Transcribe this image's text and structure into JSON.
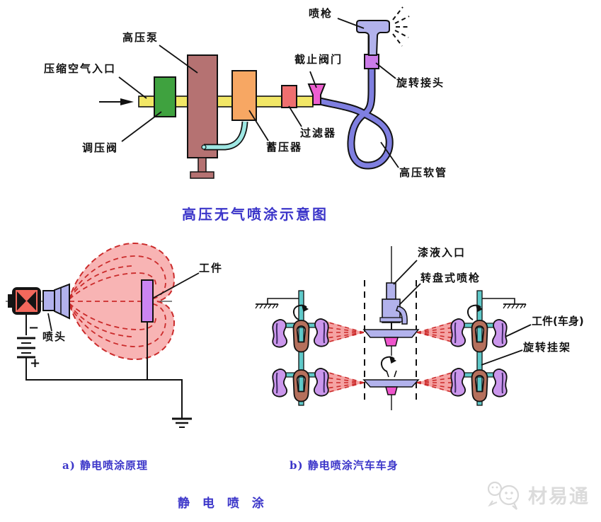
{
  "diagram_airless": {
    "title": "高压无气喷涂示意图",
    "labels": {
      "compressed_air_inlet": "压缩空气入口",
      "pressure_regulating_valve": "调压阀",
      "high_pressure_pump": "高压泵",
      "accumulator": "蓄压器",
      "filter": "过滤器",
      "stop_valve": "截止阀门",
      "spray_gun": "喷枪",
      "rotary_joint": "旋转接头",
      "high_pressure_hose": "高压软管"
    }
  },
  "diagram_principle": {
    "caption": "a) 静电喷涂原理",
    "labels": {
      "workpiece": "工件",
      "nozzle": "喷头",
      "battery_minus": "−",
      "battery_plus": "+"
    }
  },
  "diagram_car_body": {
    "caption": "b) 静电喷涂汽车车身",
    "labels": {
      "paint_inlet": "漆液入口",
      "rotary_disc_gun": "转盘式喷枪",
      "workpiece_car_body": "工件(车身)",
      "rotary_hanger": "旋转挂架"
    }
  },
  "footer_title": "静 电 喷 涂",
  "watermark": {
    "text": "材易通"
  },
  "colors": {
    "pipe_yellow": "#F2E766",
    "regulator_green": "#3FA23F",
    "pump_rose": "#B57272",
    "accumulator_orange": "#F7A763",
    "filter_red": "#EF6F6F",
    "stop_valve_magenta": "#EE5FD0",
    "rotary_joint_orchid": "#CB7BE8",
    "hose_blue": "#7F7FE0",
    "lavender": "#B2B2EC",
    "cyan_tube": "#9FE8E4",
    "spray_pink": "#F8B4B4",
    "spray_dash_red": "#CB2B2B",
    "workpiece_purple": "#CB85F2",
    "car_body_purple": "#CB97EC",
    "hanger_teal": "#5FC9C9",
    "hook_brown": "#B5705C",
    "gun_red": "#F2685C",
    "caption_blue": "#3B35C9",
    "watermark_gray": "#DBDBDB"
  }
}
